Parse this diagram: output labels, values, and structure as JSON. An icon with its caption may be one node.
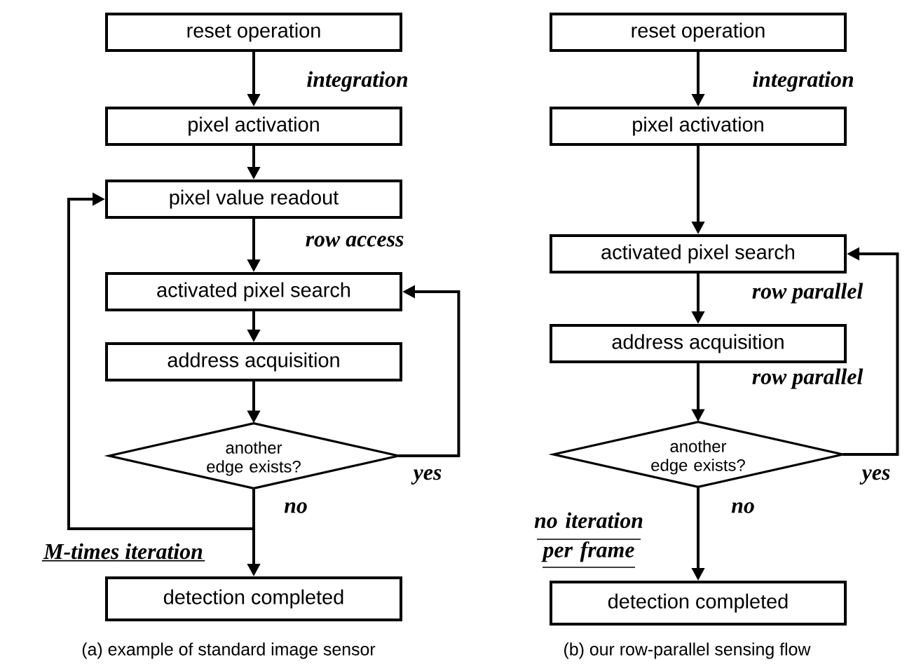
{
  "diagram": {
    "nodes": [
      {
        "text": [
          "reset operation"
        ]
      },
      {
        "text": [
          "pixel activation"
        ]
      },
      {
        "text": [
          "pixel value readout"
        ]
      },
      {
        "text": [
          "activated pixel search"
        ]
      },
      {
        "text": [
          "address acquisition"
        ]
      },
      {
        "text": [
          "another edge exists?"
        ]
      },
      {
        "text": [
          "detection completed"
        ]
      },
      {
        "text": [
          "reset operation"
        ]
      },
      {
        "text": [
          "pixel activation"
        ]
      },
      {
        "text": [
          "activated pixel search"
        ]
      },
      {
        "text": [
          "address acquisition"
        ]
      },
      {
        "text": [
          "another edge exists?"
        ]
      },
      {
        "text": [
          "detection completed"
        ]
      }
    ],
    "edges": [
      {
        "from": 0,
        "to": 1,
        "arrow": "to",
        "label": "integration"
      },
      {
        "from": 1,
        "to": 2,
        "arrow": "to"
      },
      {
        "from": 2,
        "to": 3,
        "arrow": "to",
        "label": "row access"
      },
      {
        "from": 3,
        "to": 4,
        "arrow": "to"
      },
      {
        "from": 4,
        "to": 5,
        "arrow": "to"
      },
      {
        "from": 5,
        "to": 3,
        "arrow": "to",
        "label": "yes"
      },
      {
        "from": 5,
        "to": 6,
        "arrow": "to",
        "label": "no"
      },
      {
        "from": 5,
        "to": 2,
        "arrow": "to",
        "label": "M-times iteration"
      },
      {
        "from": 7,
        "to": 8,
        "arrow": "to",
        "label": "integration"
      },
      {
        "from": 8,
        "to": 9,
        "arrow": "to"
      },
      {
        "from": 9,
        "to": 10,
        "arrow": "to",
        "label": "row parallel"
      },
      {
        "from": 10,
        "to": 11,
        "arrow": "to",
        "label": "row parallel"
      },
      {
        "from": 11,
        "to": 9,
        "arrow": "to",
        "label": "yes"
      },
      {
        "from": 11,
        "to": 12,
        "arrow": "to",
        "label": "no"
      }
    ],
    "labels": [
      "no iteration per frame",
      "(a) example of standard image sensor",
      "(b) our row-parallel sensing flow"
    ]
  }
}
